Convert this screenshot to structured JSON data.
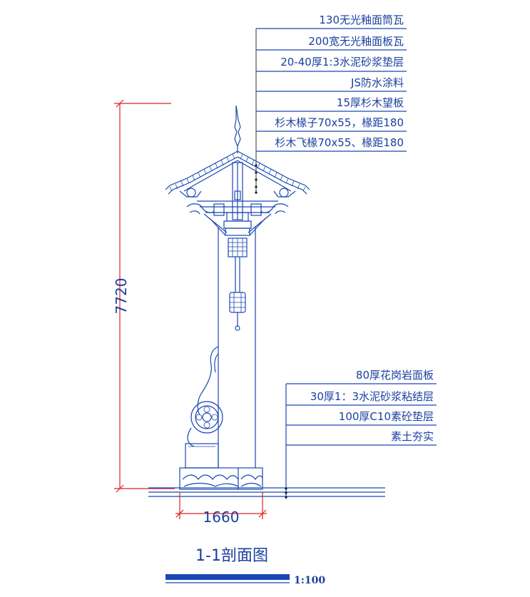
{
  "roof_layers": [
    "130无光釉面筒瓦",
    "200宽无光釉面板瓦",
    "20-40厚1:3水泥砂浆垫层",
    "JS防水涂料",
    "15厚杉木望板",
    "杉木椽子70x55，椽距180",
    "杉木飞椽70x55、椽距180"
  ],
  "ground_layers": [
    "80厚花岗岩面板",
    "30厚1：3水泥砂浆粘结层",
    "100厚C10素砼垫层",
    "素土夯实"
  ],
  "dimensions": {
    "height": "7720",
    "width": "1660"
  },
  "title": "1-1剖面图",
  "scale": "1:100",
  "colors": {
    "line": "#1a47b3",
    "dimension": "#e02020",
    "text": "#1a3f9e"
  }
}
